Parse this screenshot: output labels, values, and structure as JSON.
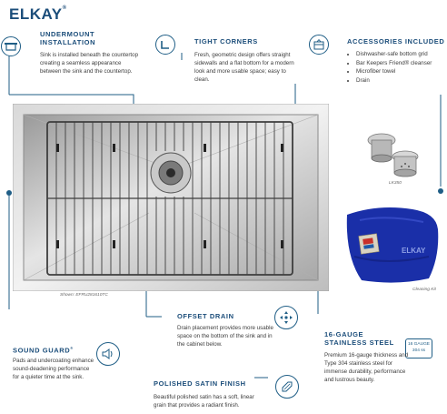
{
  "brand": {
    "name": "ELKAY",
    "mark": "®"
  },
  "features": {
    "undermount": {
      "title_line1": "UNDERMOUNT",
      "title_line2": "INSTALLATION",
      "body": "Sink is installed beneath the countertop creating a seamless appearance between the sink and the countertop.",
      "icon": "undermount-icon"
    },
    "tight_corners": {
      "title": "TIGHT CORNERS",
      "body": "Fresh, geometric design offers straight sidewalls and a flat bottom for a modern look and more usable space; easy to clean.",
      "icon": "corner-icon"
    },
    "accessories": {
      "title": "ACCESSORIES INCLUDED",
      "items": [
        "Dishwasher-safe bottom grid",
        "Bar Keepers Friend® cleanser",
        "Microfiber towel",
        "Drain"
      ],
      "icon": "accessories-icon"
    },
    "sound_guard": {
      "title": "SOUND GUARD",
      "title_mark": "®",
      "body": "Pads and undercoating enhance sound-deadening performance for a quieter time at the sink.",
      "icon": "speaker-icon"
    },
    "offset_drain": {
      "title": "OFFSET DRAIN",
      "body": "Drain placement provides more usable space on the bottom of the sink and in the cabinet below.",
      "icon": "offset-arrows-icon"
    },
    "gauge": {
      "title_line1": "16-GAUGE",
      "title_line2": "STAINLESS STEEL",
      "body": "Premium 16-gauge thickness and Type 304 stainless steel for immense durability, performance and lustrous beauty.",
      "icon_text1": "16 GAUGE",
      "icon_text2": "304 ss",
      "icon": "gauge-icon"
    },
    "satin": {
      "title": "POLISHED SATIN FINISH",
      "body": "Beautiful polished satin has a soft, linear grain that provides a radiant finish.",
      "icon": "satin-finish-icon"
    }
  },
  "captions": {
    "sink": "Shown: EFRU281610TC",
    "drain": "LK350",
    "towel": "Cleaning Kit"
  },
  "colors": {
    "brand_blue": "#1b4d7a",
    "accent_blue": "#1f5e86",
    "towel_blue": "#1a2fa8"
  }
}
